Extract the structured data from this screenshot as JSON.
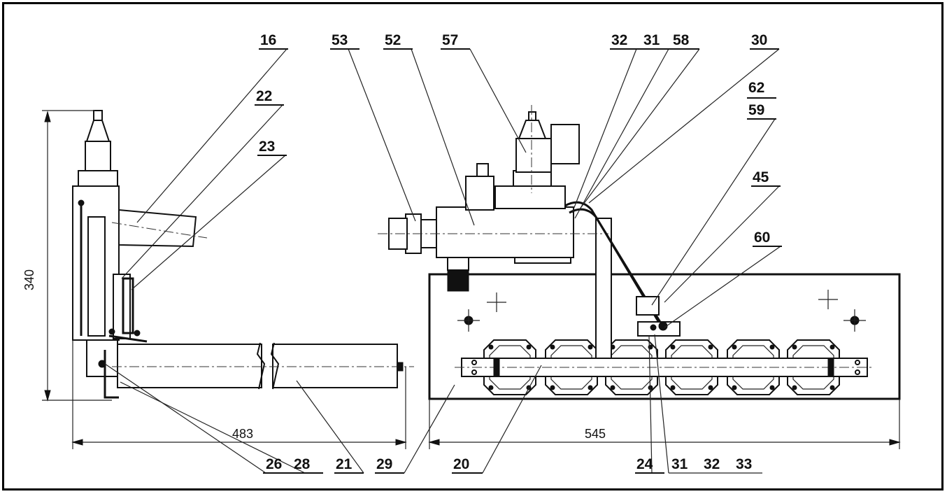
{
  "callouts": [
    {
      "id": "c16",
      "text": "16"
    },
    {
      "id": "c22",
      "text": "22"
    },
    {
      "id": "c23",
      "text": "23"
    },
    {
      "id": "c53",
      "text": "53"
    },
    {
      "id": "c52",
      "text": "52"
    },
    {
      "id": "c57",
      "text": "57"
    },
    {
      "id": "c32a",
      "text": "32"
    },
    {
      "id": "c31a",
      "text": "31"
    },
    {
      "id": "c58",
      "text": "58"
    },
    {
      "id": "c30",
      "text": "30"
    },
    {
      "id": "c62",
      "text": "62"
    },
    {
      "id": "c59",
      "text": "59"
    },
    {
      "id": "c45",
      "text": "45"
    },
    {
      "id": "c60",
      "text": "60"
    },
    {
      "id": "c26",
      "text": "26"
    },
    {
      "id": "c28",
      "text": "28"
    },
    {
      "id": "c21",
      "text": "21"
    },
    {
      "id": "c29",
      "text": "29"
    },
    {
      "id": "c20",
      "text": "20"
    },
    {
      "id": "c24",
      "text": "24"
    },
    {
      "id": "c31b",
      "text": "31"
    },
    {
      "id": "c32b",
      "text": "32"
    },
    {
      "id": "c33",
      "text": "33"
    }
  ],
  "dimensions": {
    "height": "340",
    "left_width": "483",
    "right_width": "545"
  }
}
